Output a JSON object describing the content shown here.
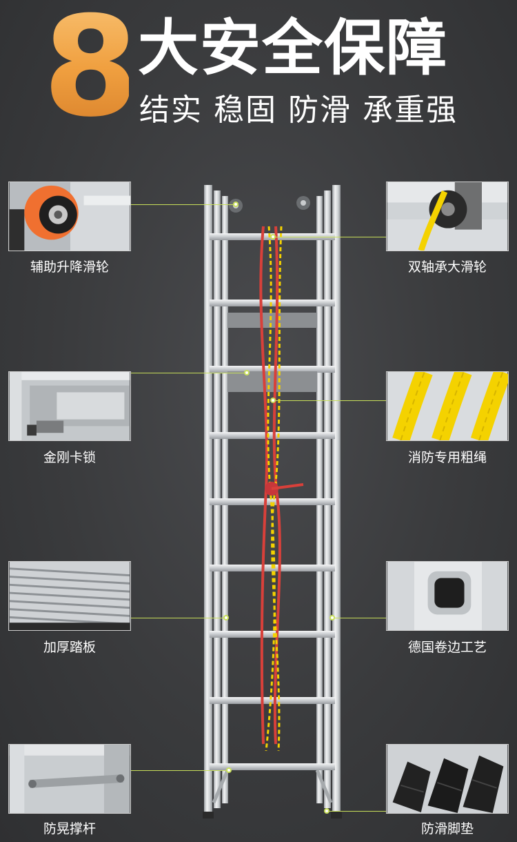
{
  "header": {
    "big_number": "8",
    "title": "大安全保障",
    "subtitle": "结实 稳固 防滑 承重强"
  },
  "features": [
    {
      "label": "辅助升降滑轮"
    },
    {
      "label": "双轴承大滑轮"
    },
    {
      "label": "金刚卡锁"
    },
    {
      "label": "消防专用粗绳"
    },
    {
      "label": "加厚踏板"
    },
    {
      "label": "德国卷边工艺"
    },
    {
      "label": "防晃撑杆"
    },
    {
      "label": "防滑脚垫"
    }
  ],
  "colors": {
    "accent_orange": "#f0a040",
    "leader_line": "#c9e05a",
    "background": "#3a3b3d",
    "rope_red": "#d8403a",
    "rope_yellow": "#f4d200"
  }
}
